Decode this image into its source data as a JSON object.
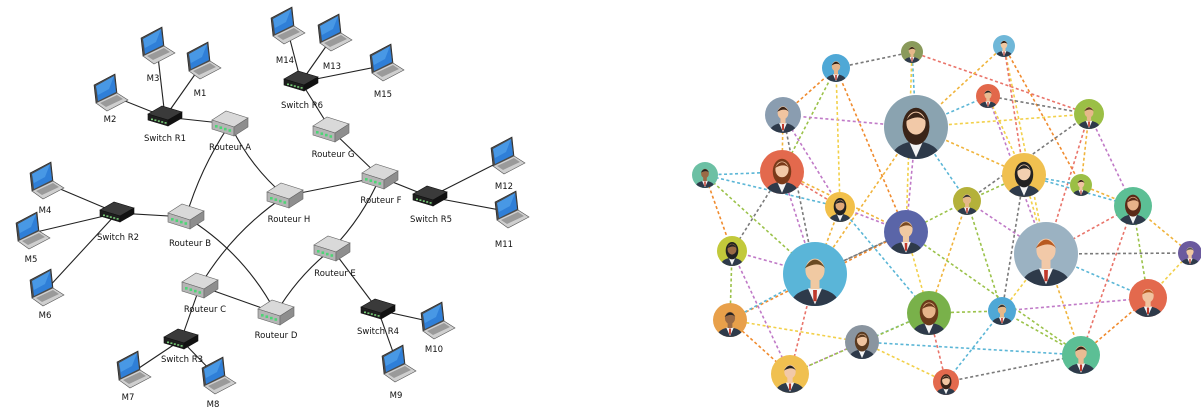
{
  "network": {
    "routers": [
      {
        "id": "A",
        "label": "Routeur A"
      },
      {
        "id": "B",
        "label": "Routeur B"
      },
      {
        "id": "C",
        "label": "Routeur C"
      },
      {
        "id": "D",
        "label": "Routeur D"
      },
      {
        "id": "E",
        "label": "Routeur E"
      },
      {
        "id": "F",
        "label": "Routeur F"
      },
      {
        "id": "G",
        "label": "Routeur G"
      },
      {
        "id": "H",
        "label": "Routeur H"
      }
    ],
    "switches": [
      {
        "id": "R1",
        "label": "Switch R1"
      },
      {
        "id": "R2",
        "label": "Switch R2"
      },
      {
        "id": "R3",
        "label": "Switch R3"
      },
      {
        "id": "R4",
        "label": "Switch R4"
      },
      {
        "id": "R5",
        "label": "Switch R5"
      },
      {
        "id": "R6",
        "label": "Switch R6"
      }
    ],
    "machines": [
      {
        "id": "M1",
        "label": "M1"
      },
      {
        "id": "M2",
        "label": "M2"
      },
      {
        "id": "M3",
        "label": "M3"
      },
      {
        "id": "M4",
        "label": "M4"
      },
      {
        "id": "M5",
        "label": "M5"
      },
      {
        "id": "M6",
        "label": "M6"
      },
      {
        "id": "M7",
        "label": "M7"
      },
      {
        "id": "M8",
        "label": "M8"
      },
      {
        "id": "M9",
        "label": "M9"
      },
      {
        "id": "M10",
        "label": "M10"
      },
      {
        "id": "M11",
        "label": "M11"
      },
      {
        "id": "M12",
        "label": "M12"
      },
      {
        "id": "M13",
        "label": "M13"
      },
      {
        "id": "M14",
        "label": "M14"
      },
      {
        "id": "M15",
        "label": "M15"
      }
    ],
    "links": [
      [
        "R1",
        "A"
      ],
      [
        "R2",
        "B"
      ],
      [
        "A",
        "B"
      ],
      [
        "A",
        "H"
      ],
      [
        "B",
        "D"
      ],
      [
        "C",
        "H"
      ],
      [
        "C",
        "D"
      ],
      [
        "H",
        "F"
      ],
      [
        "F",
        "G"
      ],
      [
        "G",
        "R6"
      ],
      [
        "F",
        "R5"
      ],
      [
        "F",
        "E"
      ],
      [
        "E",
        "D"
      ],
      [
        "E",
        "R4"
      ],
      [
        "C",
        "R3"
      ],
      [
        "R1",
        "M1"
      ],
      [
        "R1",
        "M2"
      ],
      [
        "R1",
        "M3"
      ],
      [
        "R2",
        "M4"
      ],
      [
        "R2",
        "M5"
      ],
      [
        "R2",
        "M6"
      ],
      [
        "R3",
        "M7"
      ],
      [
        "R3",
        "M8"
      ],
      [
        "R4",
        "M9"
      ],
      [
        "R4",
        "M10"
      ],
      [
        "R5",
        "M11"
      ],
      [
        "R5",
        "M12"
      ],
      [
        "R6",
        "M13"
      ],
      [
        "R6",
        "M14"
      ],
      [
        "R6",
        "M15"
      ]
    ]
  },
  "social": {
    "link_colors": [
      "#f0b43c",
      "#5bb6d6",
      "#e9746a",
      "#9bc24a",
      "#c07ac7",
      "#f08b2e",
      "#7a7a7a",
      "#f2d04a"
    ]
  }
}
